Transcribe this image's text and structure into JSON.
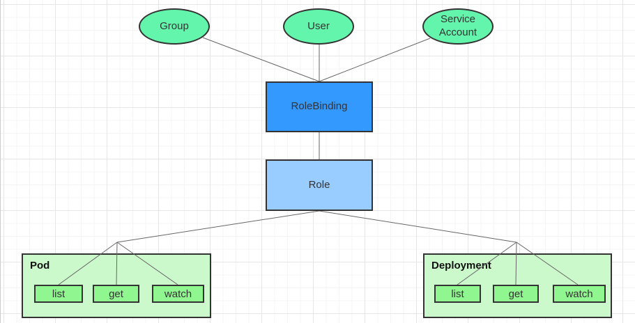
{
  "diagram": {
    "subjects": [
      {
        "label": "Group"
      },
      {
        "label": "User"
      },
      {
        "label": "Service Account"
      }
    ],
    "binding": {
      "label": "RoleBinding"
    },
    "role": {
      "label": "Role"
    },
    "resources": [
      {
        "name": "Pod",
        "verbs": [
          "list",
          "get",
          "watch"
        ]
      },
      {
        "name": "Deployment",
        "verbs": [
          "list",
          "get",
          "watch"
        ]
      }
    ],
    "colors": {
      "subject_fill": "#63f5ac",
      "rolebinding_fill": "#3399ff",
      "role_fill": "#99ccff",
      "resource_container_fill": "#ccf9cc",
      "verb_fill": "#90f790",
      "shape_border": "#333333",
      "connector": "#666666"
    }
  }
}
